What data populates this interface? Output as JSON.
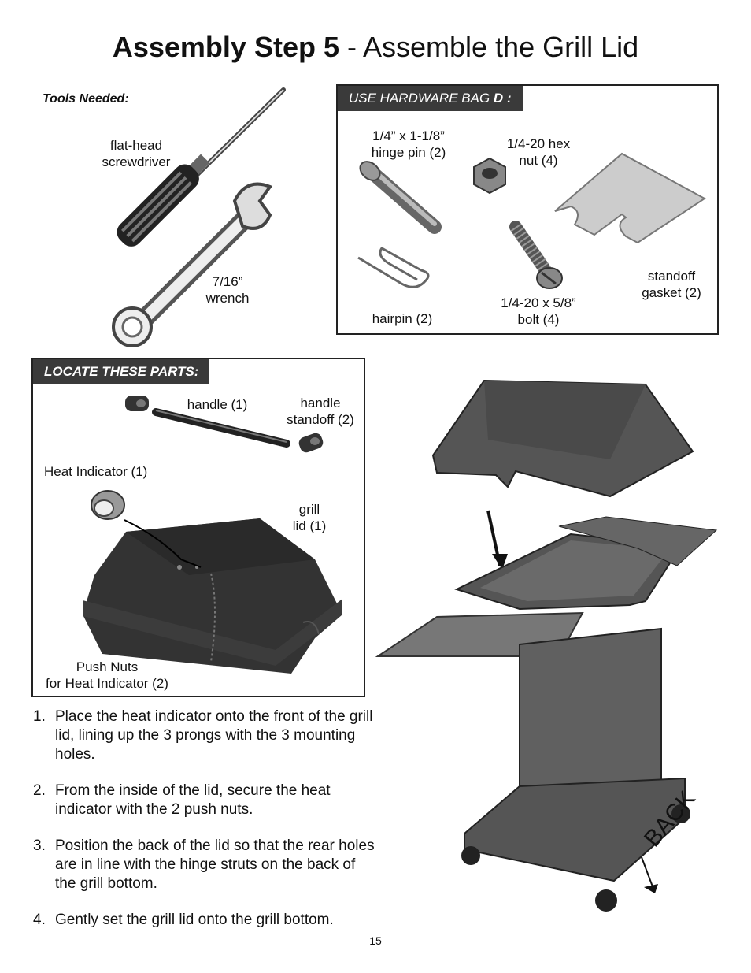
{
  "title": {
    "bold": "Assembly Step 5",
    "rest": " - Assemble the Grill Lid"
  },
  "tools": {
    "heading": "Tools Needed:",
    "screwdriver_l1": "flat-head",
    "screwdriver_l2": "screwdriver",
    "wrench_l1": "7/16”",
    "wrench_l2": "wrench"
  },
  "hardware": {
    "tab_prefix": "USE HARDWARE BAG ",
    "tab_bag": "D :",
    "hinge_pin_l1": "1/4”  x 1-1/8”",
    "hinge_pin_l2": "hinge pin (2)",
    "hex_nut_l1": "1/4-20 hex",
    "hex_nut_l2": "nut (4)",
    "hairpin": "hairpin (2)",
    "bolt_l1": "1/4-20 x 5/8”",
    "bolt_l2": "bolt (4)",
    "gasket_l1": "standoff",
    "gasket_l2": "gasket (2)"
  },
  "parts": {
    "tab": "LOCATE THESE PARTS:",
    "handle": "handle (1)",
    "standoff_l1": "handle",
    "standoff_l2": "standoff (2)",
    "heat_indicator": "Heat Indicator (1)",
    "lid_l1": "grill",
    "lid_l2": "lid (1)",
    "push_nuts_l1": "Push Nuts",
    "push_nuts_l2": "for Heat Indicator (2)"
  },
  "instructions": [
    {
      "num": "1.",
      "text": "Place the heat indicator onto the front of the grill lid, lining up the 3 prongs with the 3 mounting holes."
    },
    {
      "num": "2.",
      "text": "From the inside of the lid, secure the heat indicator with the 2 push nuts."
    },
    {
      "num": "3.",
      "text": "Position the back of the lid so that the rear holes are in line with the hinge struts on the back of the grill bottom."
    },
    {
      "num": "4.",
      "text": "Gently set the grill lid onto the grill bottom."
    }
  ],
  "back_label": "BACK",
  "page_number": "15"
}
